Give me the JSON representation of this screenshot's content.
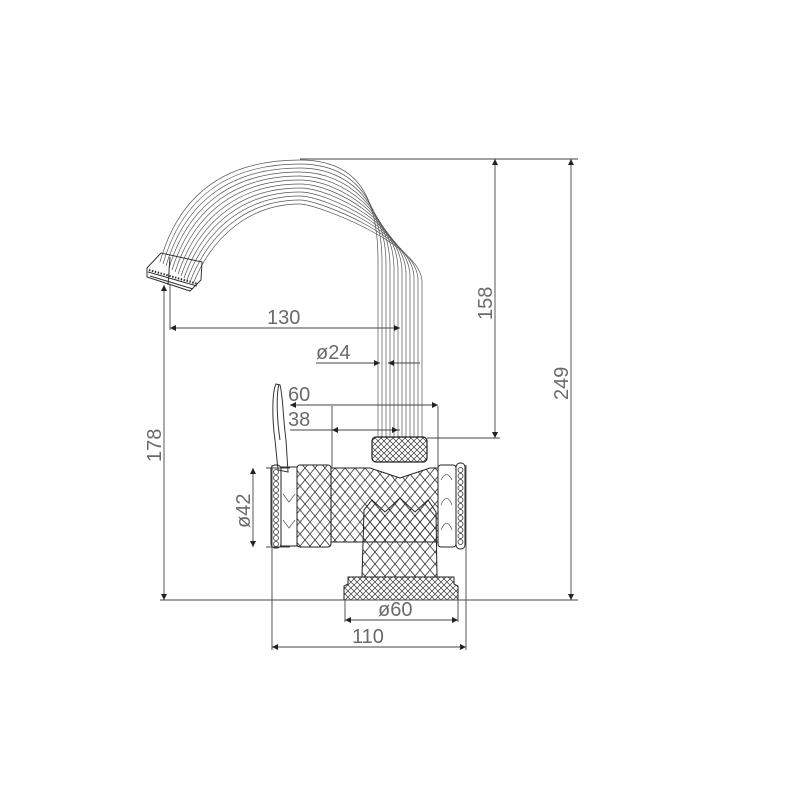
{
  "drawing": {
    "subject": "faucet technical drawing",
    "line_color": "#333333",
    "text_color": "#6a6a6a",
    "background": "#ffffff"
  },
  "dimensions": {
    "spout_reach": "130",
    "spout_diameter": "ø24",
    "body_width_60": "60",
    "body_width_38": "38",
    "spout_height": "158",
    "total_height": "249",
    "outlet_height": "178",
    "body_diameter": "ø42",
    "base_diameter": "ø60",
    "overall_width": "110"
  }
}
